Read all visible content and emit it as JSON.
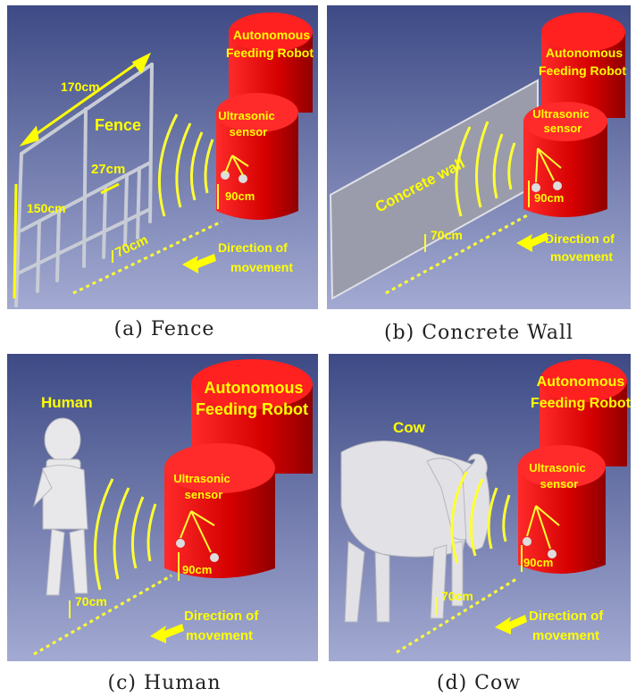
{
  "panels": {
    "a": {
      "caption": "(a) Fence",
      "robot_label": [
        "Autonomous",
        "Feeding Robot"
      ],
      "sensor_label": [
        "Ultrasonic",
        "sensor"
      ],
      "obstacle_label": "Fence",
      "dim_width": "170cm",
      "dim_height": "150cm",
      "dim_gap": "27cm",
      "distance": "70cm",
      "sensor_height": "90cm",
      "direction": [
        "Direction of",
        "movement"
      ]
    },
    "b": {
      "caption": "(b) Concrete Wall",
      "robot_label": [
        "Autonomous",
        "Feeding Robot"
      ],
      "sensor_label": [
        "Ultrasonic",
        "sensor"
      ],
      "obstacle_label": "Concrete wall",
      "distance": "70cm",
      "sensor_height": "90cm",
      "direction": [
        "Direction of",
        "movement"
      ]
    },
    "c": {
      "caption": "(c) Human",
      "robot_label": [
        "Autonomous",
        "Feeding Robot"
      ],
      "sensor_label": [
        "Ultrasonic",
        "sensor"
      ],
      "obstacle_label": "Human",
      "distance": "70cm",
      "sensor_height": "90cm",
      "direction": [
        "Direction of",
        "movement"
      ]
    },
    "d": {
      "caption": "(d) Cow",
      "robot_label": [
        "Autonomous",
        "Feeding Robot"
      ],
      "sensor_label": [
        "Ultrasonic",
        "sensor"
      ],
      "obstacle_label": "Cow",
      "distance": "70cm",
      "sensor_height": "90cm",
      "direction": [
        "Direction of",
        "movement"
      ]
    }
  },
  "colors": {
    "background_top": "#3d4a85",
    "background_bottom": "#9ea6d0",
    "robot": "#e01010",
    "robot_dark": "#a00000",
    "label": "#ffff00",
    "wave": "#ffff33"
  }
}
